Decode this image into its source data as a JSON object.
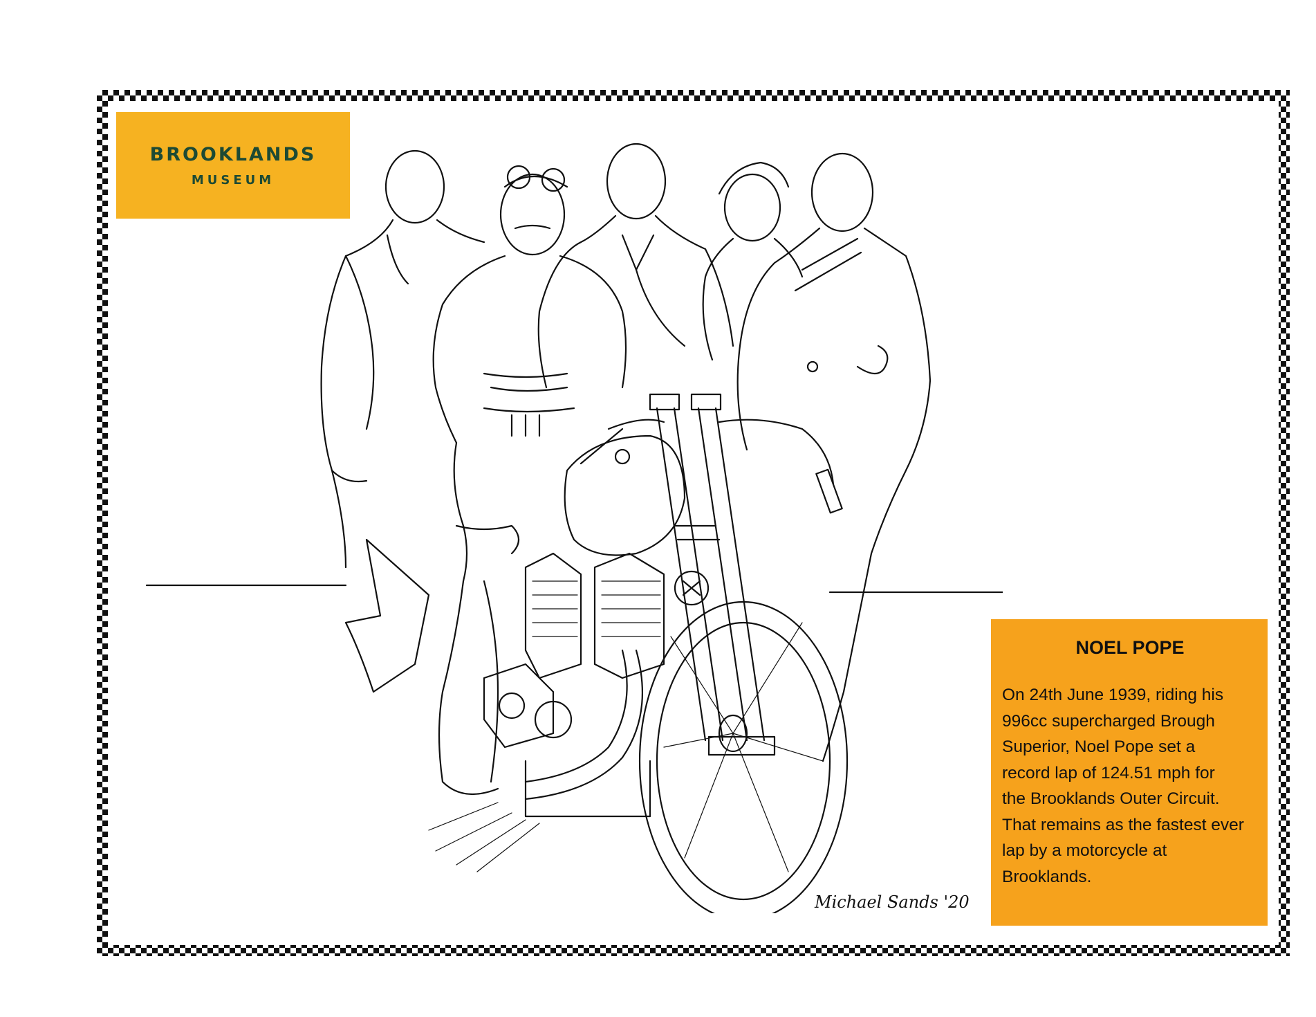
{
  "logo": {
    "name": "BROOKLANDS",
    "subtitle": "MUSEUM"
  },
  "info": {
    "title": "NOEL POPE",
    "lines": [
      "On 24th June 1939, riding  his",
      "996cc supercharged Brough",
      "Superior, Noel Pope set a",
      "record lap of 124.51 mph for",
      "the Brooklands Outer Circuit.",
      "That remains as the fastest ever",
      "lap by a motorcycle at",
      "Brooklands."
    ]
  },
  "signature": "Michael Sands '20",
  "colors": {
    "logo_background": "#f6b221",
    "logo_text": "#1d4a34",
    "info_background": "#f6a21c",
    "frame": "#111111"
  }
}
